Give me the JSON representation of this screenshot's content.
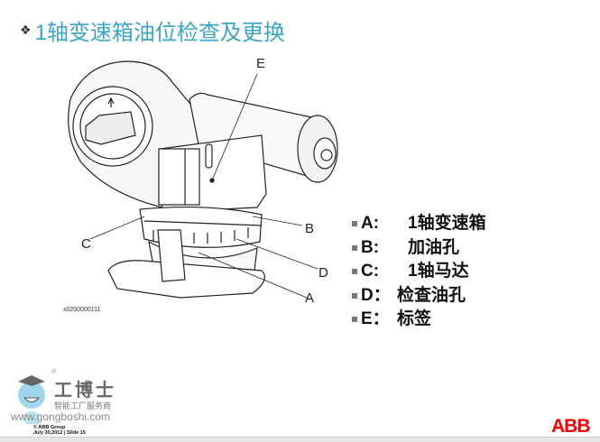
{
  "slide": {
    "title": "1轴变速箱油位检查及更换",
    "title_bullet": "❖",
    "diagram": {
      "callouts": [
        "A",
        "B",
        "C",
        "D",
        "E"
      ],
      "caption": "x0200000111"
    },
    "legend": [
      {
        "key": "A:",
        "text": "1轴变速箱"
      },
      {
        "key": "B:",
        "text": "加油孔"
      },
      {
        "key": "C:",
        "text": "1轴马达"
      },
      {
        "key": "D：",
        "text": "检查油孔"
      },
      {
        "key": "E：",
        "text": "标签"
      }
    ],
    "watermark": {
      "brand": "工博士",
      "slogan": "智能工厂服务商",
      "url": "www.gongboshi.com",
      "registered": "®"
    },
    "footer": {
      "copyright": "© ABB Group",
      "date_slide": "July 30,2012 | Slide 15",
      "logo": "ABB"
    },
    "colors": {
      "title": "#3aa6c8",
      "abb": "#ff0000"
    }
  }
}
